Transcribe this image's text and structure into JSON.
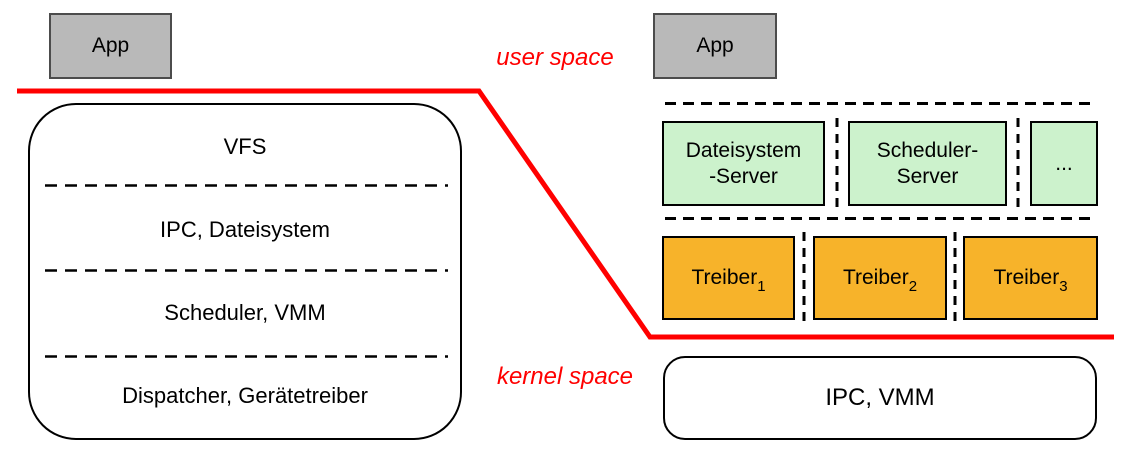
{
  "colors": {
    "boundary_red": "#ff0000",
    "app_gray_fill": "#b9b9b9",
    "app_gray_border": "#4c4c4c",
    "server_green_fill": "#ccf2cc",
    "driver_orange_fill": "#f7b32a",
    "outline_black": "#000000"
  },
  "labels": {
    "user_space": "user space",
    "kernel_space": "kernel space"
  },
  "monolithic": {
    "app_label": "App",
    "kernel_rows": [
      "VFS",
      "IPC, Dateisystem",
      "Scheduler, VMM",
      "Dispatcher, Gerätetreiber"
    ]
  },
  "microkernel": {
    "app_label": "App",
    "servers": [
      {
        "line1": "Dateisystem",
        "line2": "-Server"
      },
      {
        "line1": "Scheduler-",
        "line2": "Server"
      },
      {
        "line1": "...",
        "line2": ""
      }
    ],
    "drivers": [
      {
        "base": "Treiber",
        "sub": "1"
      },
      {
        "base": "Treiber",
        "sub": "2"
      },
      {
        "base": "Treiber",
        "sub": "3"
      }
    ],
    "kernel_label": "IPC, VMM"
  }
}
